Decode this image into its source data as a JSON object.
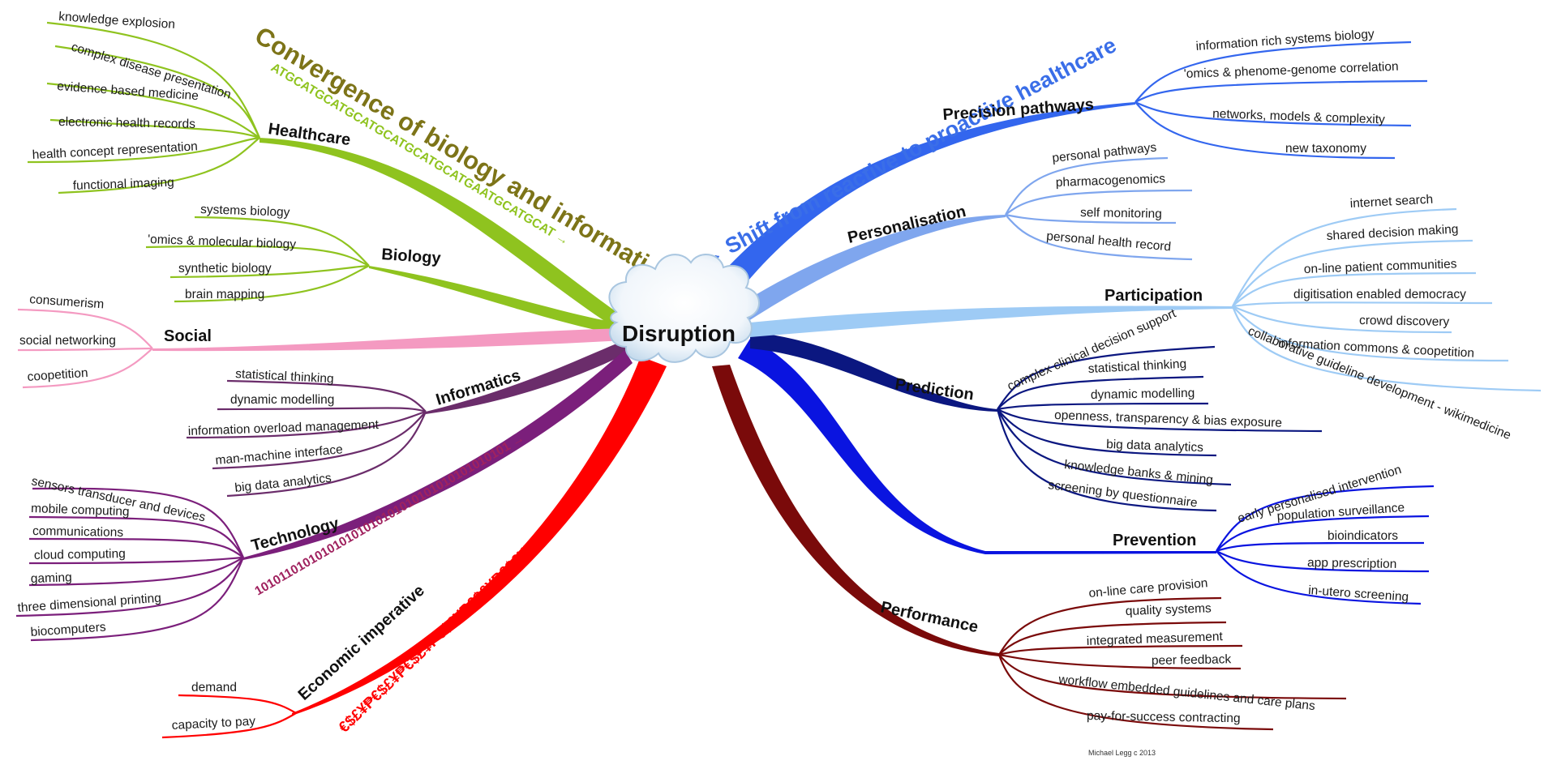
{
  "center": {
    "label": "Disruption"
  },
  "annotations": {
    "convergence_title": "Convergence of biology and information",
    "dna_sequence": "ATGCATGCATGCATGCATGCATGCATGAATGCATGCAT →",
    "convergence_arrow": "→",
    "shift_title": "→ Shift from reactive to proactive healthcare",
    "binary_sequence": "101011010101010101010101010101010101010101 →",
    "currency_sequence": "€$£¥₱€$£¥₱€$£¥₱€$£¥₱€$£¥₱€$£¥₱€$£",
    "credit": "Michael Legg c 2013"
  },
  "colors": {
    "healthcare": "#8fc31f",
    "biology": "#8fc31f",
    "social": "#f49ac1",
    "informatics": "#6b2d6b",
    "technology": "#7b1f7b",
    "economic": "#ff0000",
    "precision": "#3366ee",
    "personalisation": "#7fa6ee",
    "participation": "#9ecbf5",
    "prediction": "#0b1780",
    "prevention": "#0a14e0",
    "performance": "#7a0a0a",
    "convergence_title": "#7d7418",
    "shift_title": "#3a6ee8",
    "binary": "#a0225f"
  },
  "branches": [
    {
      "id": "healthcare",
      "label": "Healthcare",
      "leaves": [
        "knowledge explosion",
        "complex disease presentation",
        "evidence based medicine",
        "electronic health records",
        "health concept representation",
        "functional imaging"
      ]
    },
    {
      "id": "biology",
      "label": "Biology",
      "leaves": [
        "systems biology",
        "'omics & molecular biology",
        "synthetic biology",
        "brain mapping"
      ]
    },
    {
      "id": "social",
      "label": "Social",
      "leaves": [
        "consumerism",
        "social networking",
        "coopetition"
      ]
    },
    {
      "id": "informatics",
      "label": "Informatics",
      "leaves": [
        "statistical thinking",
        "dynamic modelling",
        "information overload management",
        "man-machine interface",
        "big data analytics"
      ]
    },
    {
      "id": "technology",
      "label": "Technology",
      "leaves": [
        "sensors transducer and devices",
        "mobile computing",
        "communications",
        "cloud computing",
        "gaming",
        "three dimensional printing",
        "biocomputers"
      ]
    },
    {
      "id": "economic",
      "label": "Economic imperative",
      "leaves": [
        "demand",
        "capacity to pay"
      ]
    },
    {
      "id": "precision",
      "label": "Precision pathways",
      "leaves": [
        "information rich systems biology",
        "'omics & phenome-genome correlation",
        "networks, models & complexity",
        "new taxonomy"
      ]
    },
    {
      "id": "personalisation",
      "label": "Personalisation",
      "leaves": [
        "personal pathways",
        "pharmacogenomics",
        "self monitoring",
        "personal health record"
      ]
    },
    {
      "id": "participation",
      "label": "Participation",
      "leaves": [
        "internet search",
        "shared decision making",
        "on-line patient communities",
        "digitisation enabled democracy",
        "crowd discovery",
        "information commons & coopetition",
        "collaborative guideline development - wikimedicine"
      ]
    },
    {
      "id": "prediction",
      "label": "Prediction",
      "leaves": [
        "complex clinical decision support",
        "statistical thinking",
        "dynamic modelling",
        "openness, transparency & bias exposure",
        "big data analytics",
        "knowledge banks & mining",
        "screening by questionnaire"
      ]
    },
    {
      "id": "prevention",
      "label": "Prevention",
      "leaves": [
        "early personalised intervention",
        "population surveillance",
        "bioindicators",
        "app prescription",
        "in-utero screening"
      ]
    },
    {
      "id": "performance",
      "label": "Performance",
      "leaves": [
        "on-line care provision",
        "quality systems",
        "integrated measurement",
        "peer feedback",
        "workflow embedded guidelines and care plans",
        "pay-for-success contracting"
      ]
    }
  ]
}
